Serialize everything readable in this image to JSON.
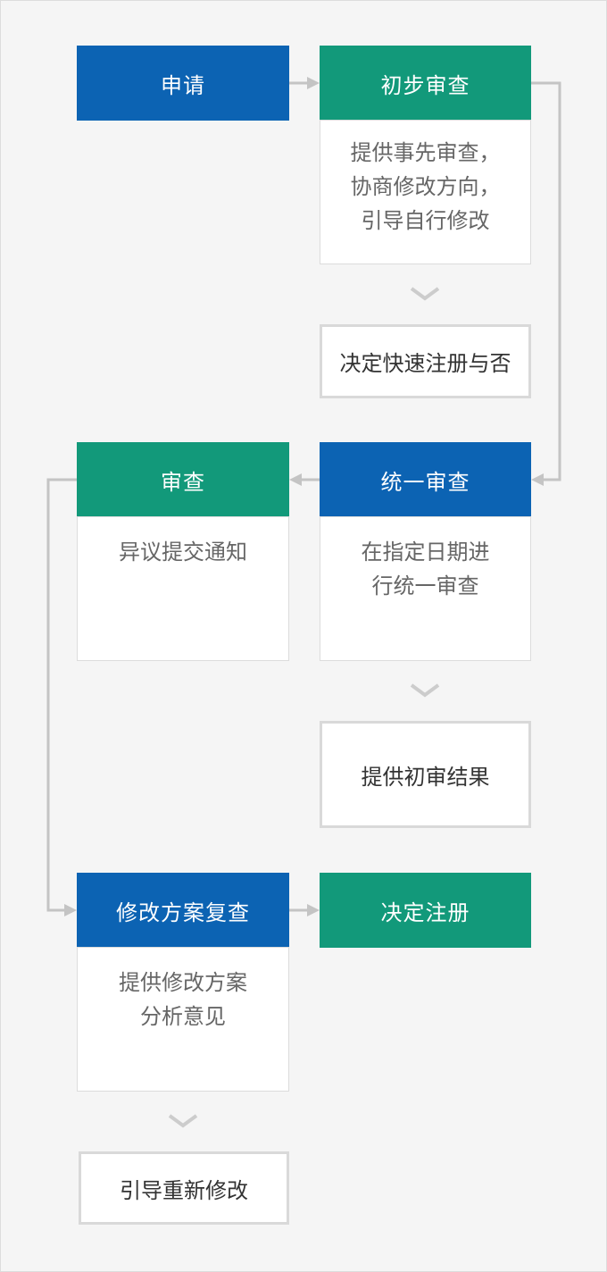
{
  "steps": {
    "apply": {
      "title": "申请"
    },
    "preliminary": {
      "title": "初步审查",
      "lines": [
        "提供事先审查，",
        "协商修改方向，",
        "引导自行修改"
      ],
      "result": "决定快速注册与否"
    },
    "unified": {
      "title": "统一审查",
      "lines": [
        "在指定日期进",
        "行统一审查"
      ],
      "result": "提供初审结果"
    },
    "review": {
      "title": "审查",
      "lines": [
        "异议提交通知"
      ]
    },
    "amend": {
      "title": "修改方案复查",
      "lines": [
        "提供修改方案",
        "分析意见"
      ],
      "result": "引导重新修改"
    },
    "register": {
      "title": "决定注册"
    }
  },
  "colors": {
    "blue": "#0c63b3",
    "green": "#12997a",
    "connector": "#c4c4c4"
  }
}
